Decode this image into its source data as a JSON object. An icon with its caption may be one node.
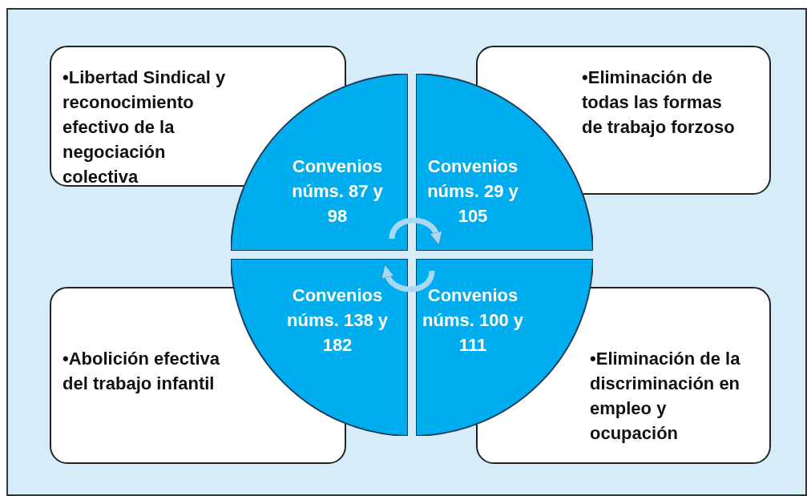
{
  "diagram": {
    "nodes": [
      {
        "text": [
          "•Libertad Sindical y reconocimiento efectivo de la negociación colectiva"
        ]
      },
      {
        "text": [
          "•Eliminación de todas las formas de trabajo forzoso"
        ]
      },
      {
        "text": [
          "Convenios núms. 87 y 98"
        ]
      },
      {
        "text": [
          "Convenios núms. 29 y 105"
        ]
      },
      {
        "text": [
          "Convenios núms. 138 y 182"
        ]
      },
      {
        "text": [
          "Convenios núms. 100 y 111"
        ]
      },
      {
        "text": [
          "•Abolición efectiva del trabajo infantil"
        ]
      },
      {
        "text": [
          "•Eliminación de la discriminación en empleo y ocupación"
        ]
      }
    ],
    "edges": [
      {
        "from": 2,
        "to": 3,
        "arrow": "to"
      },
      {
        "from": 5,
        "to": 4,
        "arrow": "to"
      }
    ]
  }
}
